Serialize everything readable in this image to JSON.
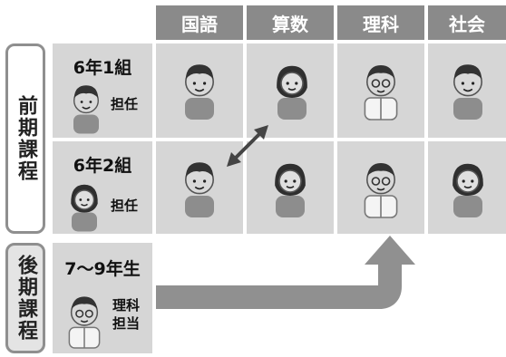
{
  "subjects": [
    "国語",
    "算数",
    "理科",
    "社会"
  ],
  "terms": {
    "early": "前期課程",
    "late": "後期課程"
  },
  "classes": [
    {
      "name": "6年1組",
      "role": "担任"
    },
    {
      "name": "6年2組",
      "role": "担任"
    }
  ],
  "late_group": {
    "name": "7〜9年生",
    "role_line1": "理科",
    "role_line2": "担当"
  },
  "colors": {
    "header": "#8a8a8a",
    "cell": "#d6d6d6",
    "arrow": "#909090"
  },
  "icons": {
    "boy": "boy-teacher-icon",
    "girl": "girl-teacher-icon",
    "scientist": "lab-coat-teacher-icon",
    "swap": "double-arrow-icon",
    "flow": "right-then-up-arrow-icon"
  }
}
